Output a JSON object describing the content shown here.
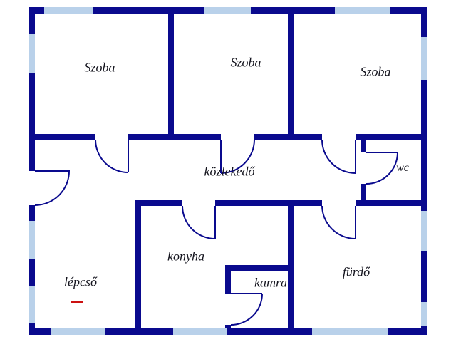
{
  "plan_title": "floor-plan",
  "colors": {
    "wall": "#0a0a8e",
    "window": "#b9d1ea",
    "background": "#ffffff",
    "red_mark": "#cc1111",
    "label": "#14141e"
  },
  "rooms": {
    "szoba1": {
      "label": "Szoba"
    },
    "szoba2": {
      "label": "Szoba"
    },
    "szoba3": {
      "label": "Szoba"
    },
    "kozlekedo": {
      "label": "közlekedő"
    },
    "wc": {
      "label": "wc"
    },
    "konyha": {
      "label": "konyha"
    },
    "kamra": {
      "label": "kamra"
    },
    "furdo": {
      "label": "fürdő"
    },
    "lepcso": {
      "label": "lépcső"
    }
  }
}
